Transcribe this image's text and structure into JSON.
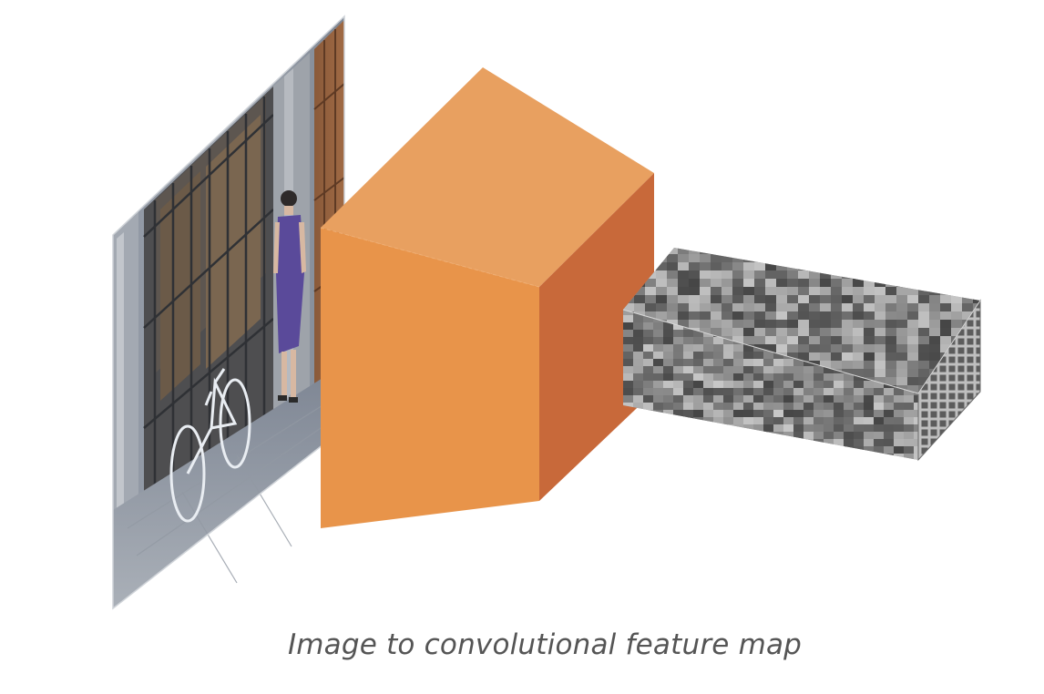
{
  "diagram": {
    "caption": "Image to convolutional feature map",
    "stages": [
      {
        "id": "input-image",
        "kind": "photo-plane"
      },
      {
        "id": "convolution-filter",
        "kind": "prism",
        "colors": {
          "front": "#E8944A",
          "top": "#E8A060",
          "side": "#C8693A"
        }
      },
      {
        "id": "feature-map",
        "kind": "textured-block",
        "colors": {
          "base": "#8a8a8a",
          "end-grid": "#5a5a5a"
        }
      }
    ]
  }
}
